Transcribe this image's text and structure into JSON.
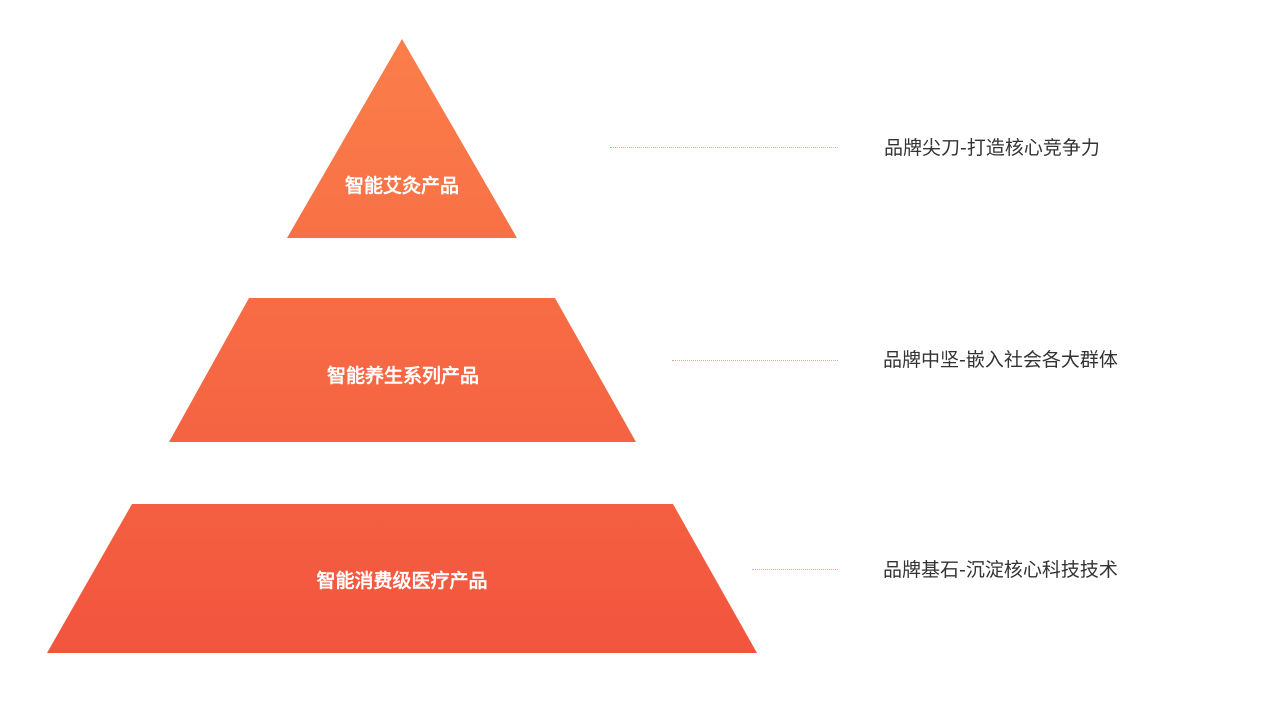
{
  "tiers": [
    {
      "label": "智能艾灸产品",
      "description": "品牌尖刀-打造核心竞争力"
    },
    {
      "label": "智能养生系列产品",
      "description": "品牌中坚-嵌入社会各大群体"
    },
    {
      "label": "智能消费级医疗产品",
      "description": "品牌基石-沉淀核心科技技术"
    }
  ],
  "colors": {
    "gradient_top": "#fb7e4a",
    "gradient_bottom": "#f2553e",
    "leader_line": "#f0a58a",
    "description_text": "#333333"
  }
}
